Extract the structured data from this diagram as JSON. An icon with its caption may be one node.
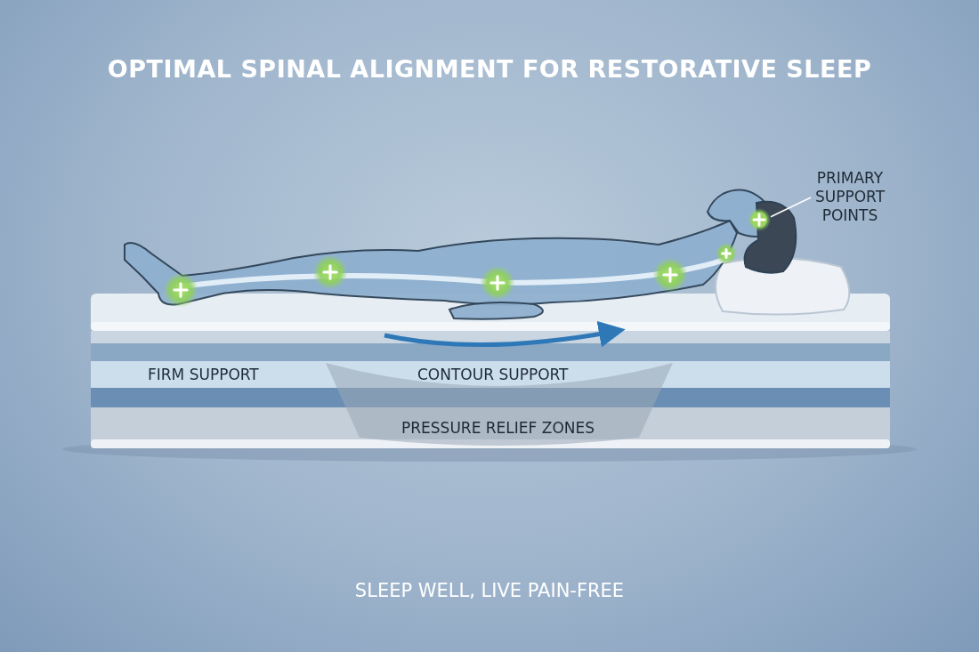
{
  "diagram": {
    "title": "OPTIMAL SPINAL ALIGNMENT FOR RESTORATIVE SLEEP",
    "caption": "SLEEP WELL, LIVE PAIN-FREE",
    "nodes": [
      {
        "text": [
          "PRIMARY SUPPORT POINTS"
        ]
      },
      {
        "text": [],
        "shape": "circle"
      }
    ],
    "edges": [
      {
        "from": 0,
        "to": 1,
        "arrow": "none"
      }
    ],
    "labels": [
      "FIRM SUPPORT",
      "CONTOUR SUPPORT",
      "PRESSURE RELIEF ZONES"
    ]
  }
}
